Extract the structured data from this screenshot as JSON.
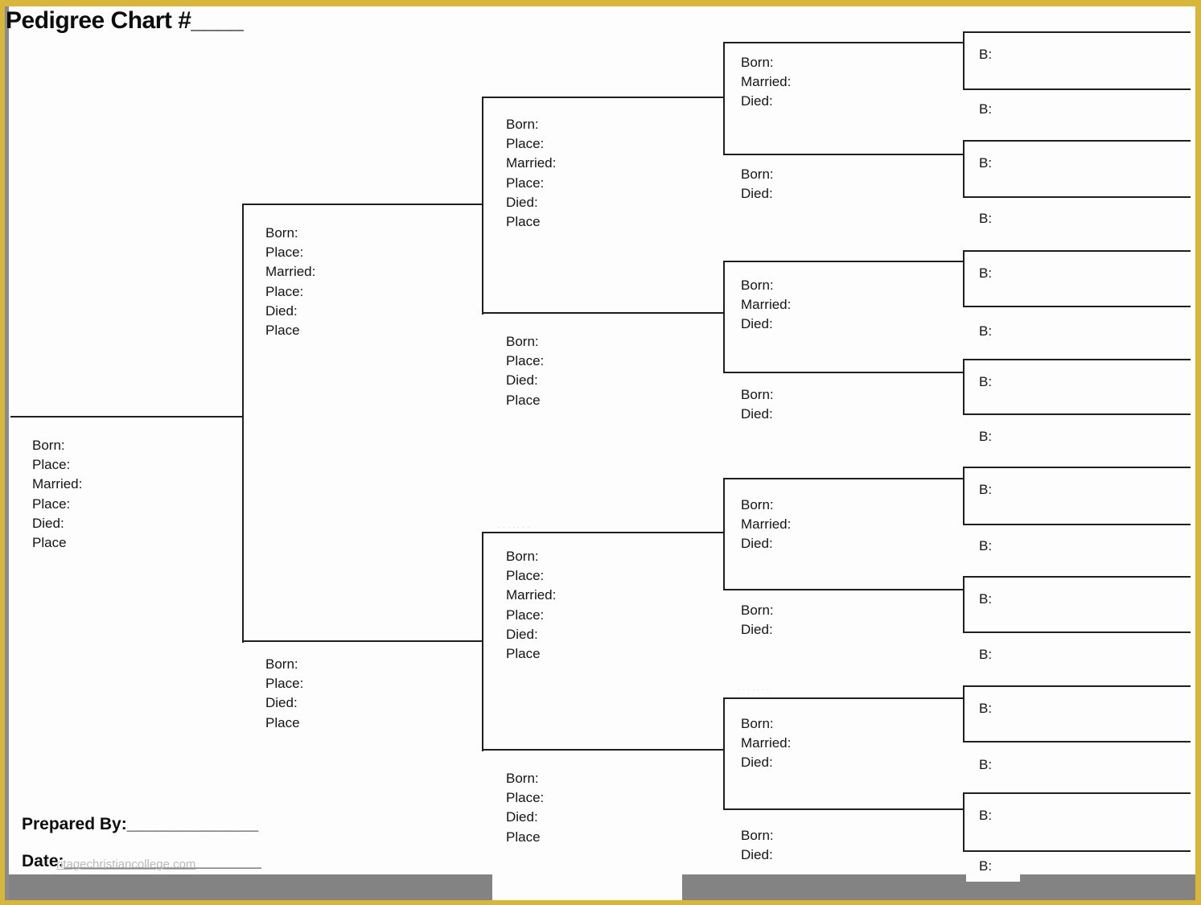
{
  "title": "Pedigree Chart #____",
  "field_sets": {
    "full": [
      "Born:",
      "Place:",
      "Married:",
      "Place:",
      "Died:",
      "Place"
    ],
    "short": [
      "Born:",
      "Place:",
      "Died:",
      "Place"
    ],
    "compact": [
      "Born:",
      "Married:",
      "Died:"
    ],
    "mini": [
      "Born:",
      "Died:"
    ]
  },
  "birth_label": "B:",
  "footer": {
    "prepared_by_label": "Prepared By:",
    "prepared_by_blank": "______________",
    "date_label": "Date:",
    "date_blank": "_____________________",
    "watermark": "ritagechristiancollege.com"
  },
  "artifact_dots": "·······",
  "colors": {
    "border_yellow": "#d8b63a",
    "edge_gray": "#8a8a8a",
    "bar_gray": "#838383",
    "line_black": "#1f1f1f",
    "watermark_gray": "#b9b9b9"
  }
}
